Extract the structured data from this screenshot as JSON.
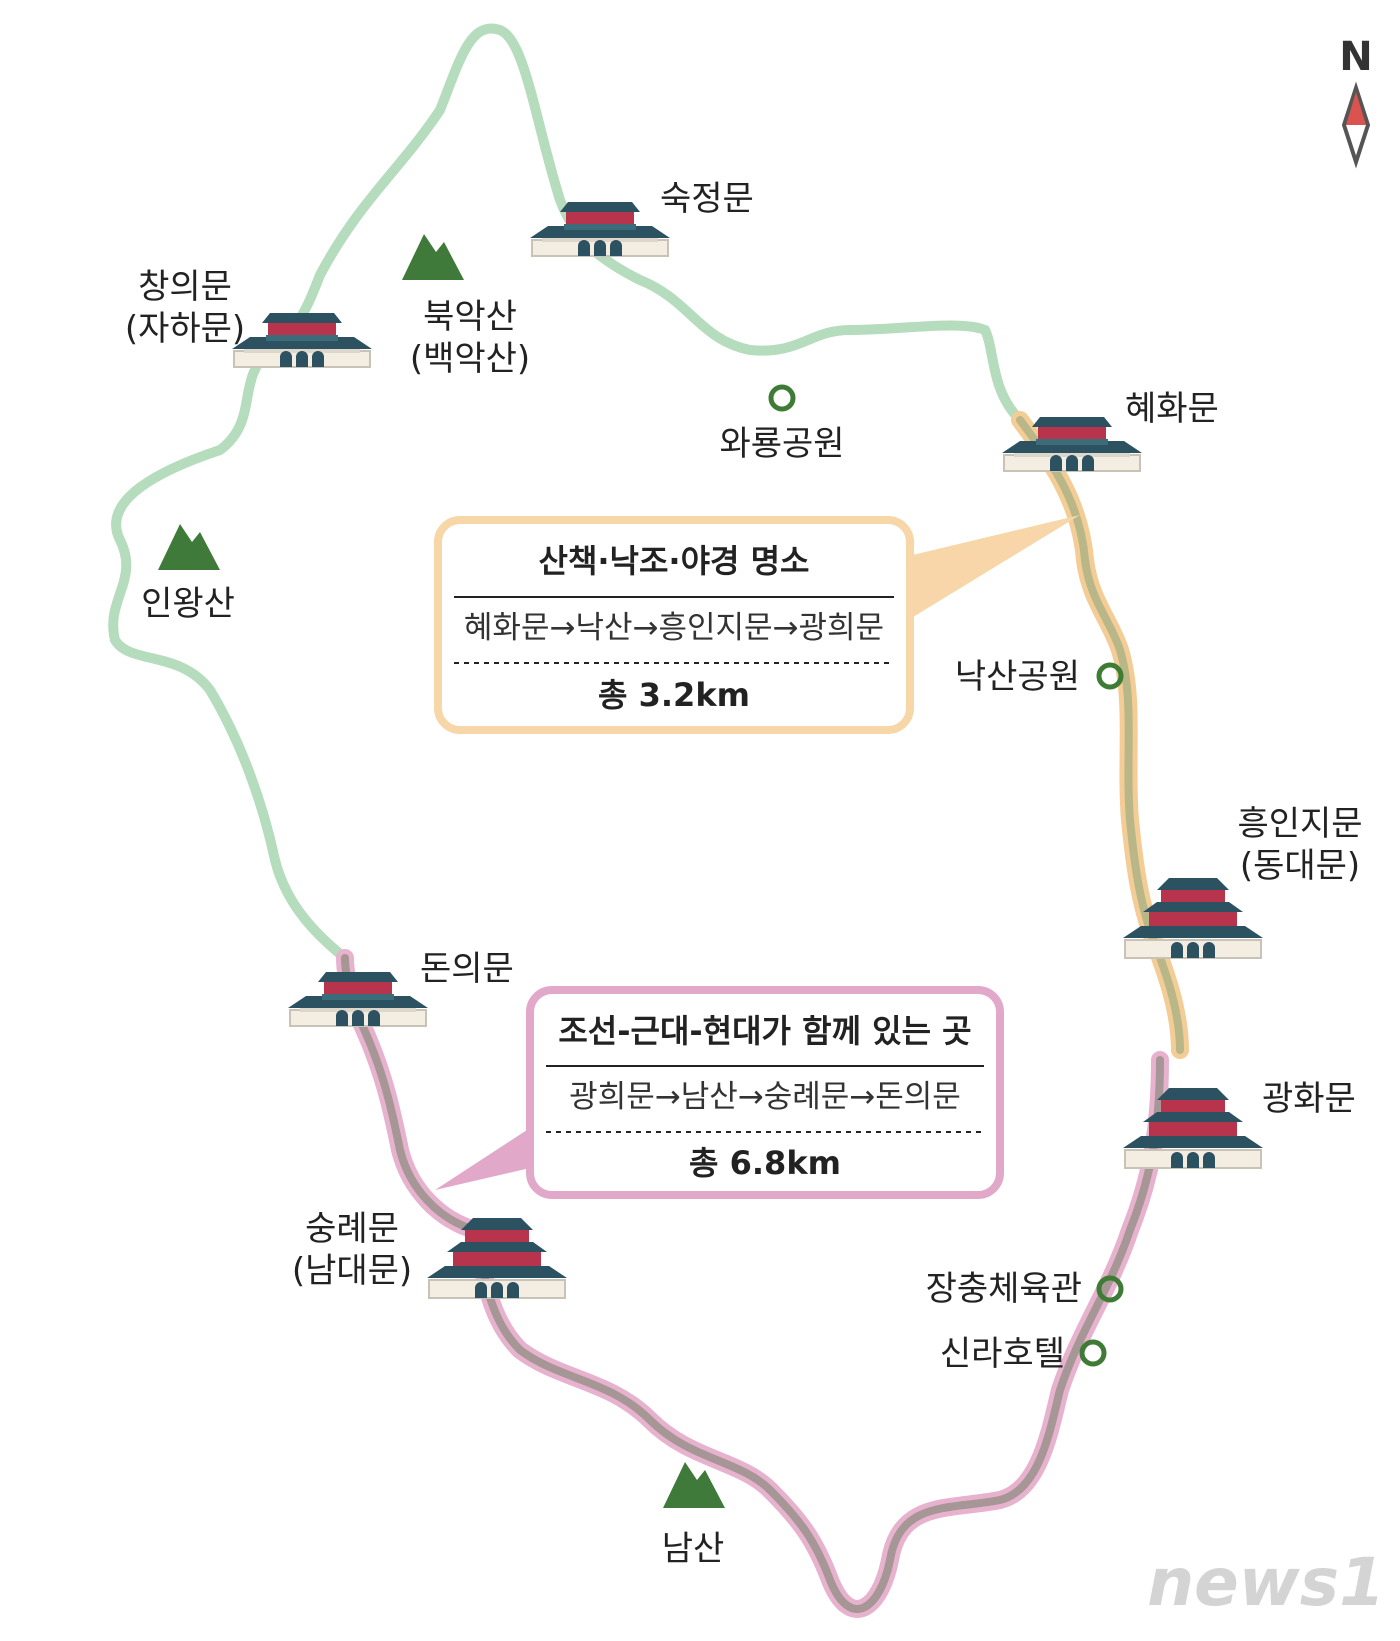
{
  "compass": {
    "label": "N",
    "icon": "north-arrow-icon"
  },
  "colors": {
    "north_route": "#b5dcbd",
    "east_route": "#f3cc96",
    "east_route_core": "#b9b687",
    "south_route": "#e7b2cd",
    "south_route_core": "#a69696",
    "mountain": "#3f7a3a",
    "landmark": "#3e7b35",
    "box1_border": "#f7d6a8",
    "box2_border": "#e2a8c9"
  },
  "gates": [
    {
      "id": "sukjeongmun",
      "label": "숙정문",
      "sub": ""
    },
    {
      "id": "changuimun",
      "label": "창의문",
      "sub": "(자하문)"
    },
    {
      "id": "hyehwamun",
      "label": "혜화문",
      "sub": ""
    },
    {
      "id": "heunginjimun",
      "label": "흥인지문",
      "sub": "(동대문)"
    },
    {
      "id": "gwanghuimun",
      "label": "광화문",
      "sub": ""
    },
    {
      "id": "donuimun",
      "label": "돈의문",
      "sub": ""
    },
    {
      "id": "sungnyemun",
      "label": "숭례문",
      "sub": "(남대문)"
    }
  ],
  "mountains": [
    {
      "id": "bugaksan",
      "label": "북악산",
      "sub": "(백악산)"
    },
    {
      "id": "inwangsan",
      "label": "인왕산",
      "sub": ""
    },
    {
      "id": "namsan",
      "label": "남산",
      "sub": ""
    }
  ],
  "landmarks": [
    {
      "id": "waryong-park",
      "label": "와룡공원"
    },
    {
      "id": "naksan-park",
      "label": "낙산공원"
    },
    {
      "id": "jangchung-gym",
      "label": "장충체육관"
    },
    {
      "id": "shilla-hotel",
      "label": "신라호텔"
    }
  ],
  "route_boxes": [
    {
      "id": "night-view",
      "title": "산책·낙조·야경 명소",
      "route": "혜화문→낙산→흥인지문→광희문",
      "total": "총 3.2km"
    },
    {
      "id": "history",
      "title": "조선-근대-현대가 함께 있는 곳",
      "route": "광희문→남산→숭례문→돈의문",
      "total": "총 6.8km"
    }
  ],
  "watermark": "news1"
}
